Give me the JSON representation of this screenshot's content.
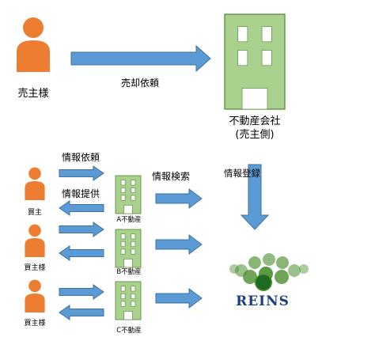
{
  "seller": {
    "label": "売主様"
  },
  "top_arrow": {
    "label": "売却依頼"
  },
  "realtor": {
    "line1": "不動産会社",
    "line2": "(売主側)"
  },
  "register_arrow": {
    "label": "情報登録"
  },
  "search_arrow": {
    "label": "情報検索"
  },
  "request_arrow": {
    "label": "情報依頼"
  },
  "provide_arrow": {
    "label": "情報提供"
  },
  "buyers": [
    {
      "label": "買主"
    },
    {
      "label": "買主様"
    },
    {
      "label": "買主様"
    }
  ],
  "agencies": [
    {
      "label": "A不動産"
    },
    {
      "label": "B不動産"
    },
    {
      "label": "C不動産"
    }
  ],
  "reins": {
    "label": "REINS"
  },
  "colors": {
    "person": "#ED7D31",
    "arrow_fill": "#5B9BD5",
    "arrow_stroke": "#41719C",
    "building_fill": "#A9D18E",
    "building_stroke": "#548235",
    "reins_green": "#4A8F2E",
    "reins_text": "#1F3E7C"
  }
}
